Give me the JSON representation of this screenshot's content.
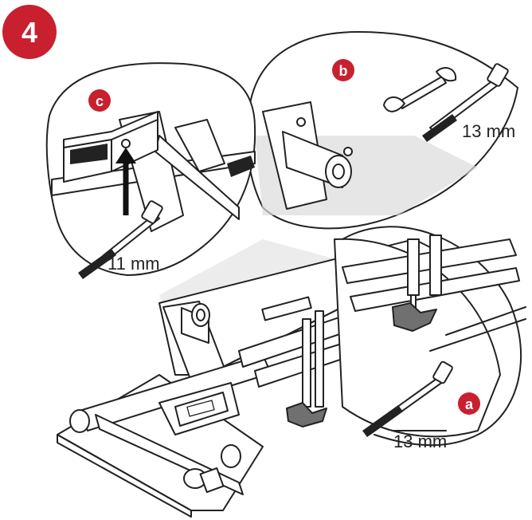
{
  "step": {
    "number": "4"
  },
  "callouts": {
    "a": {
      "letter": "a",
      "tool_size": "13 mm"
    },
    "b": {
      "letter": "b",
      "tool_size": "13 mm"
    },
    "c": {
      "letter": "c",
      "tool_size": "11 mm"
    }
  },
  "colors": {
    "badge": "#c8202f",
    "line": "#222222",
    "shade": "#dcdcdc",
    "pad": "#707070"
  }
}
